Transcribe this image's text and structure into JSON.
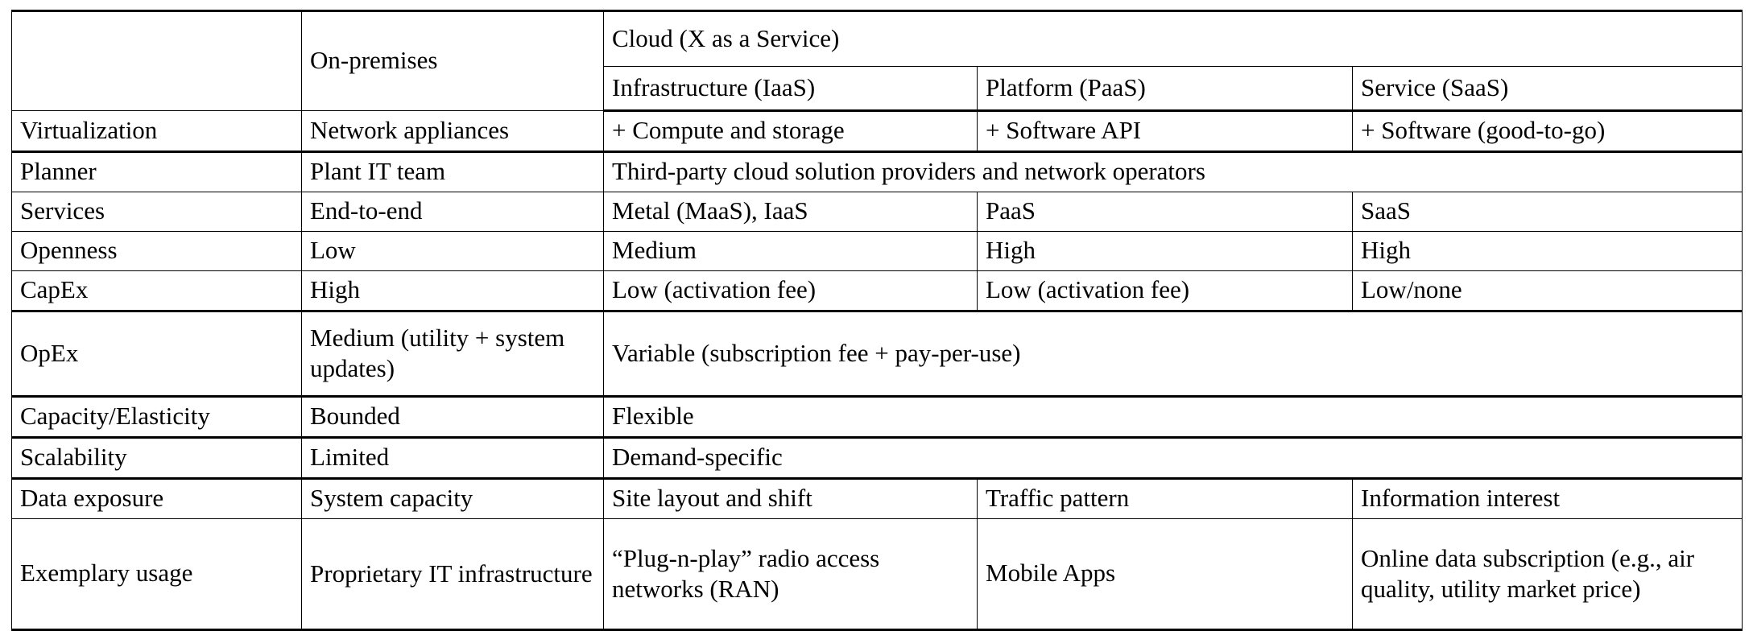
{
  "table": {
    "columns": {
      "attribute": "",
      "onpremises": "On-premises",
      "cloud_group": "Cloud (X as a Service)",
      "iaas": "Infrastructure (IaaS)",
      "paas": "Platform (PaaS)",
      "saas": "Service (SaaS)"
    },
    "rows": [
      {
        "attribute": "Virtualization",
        "onpremises": "Network appliances",
        "span": false,
        "iaas": "+ Compute and storage",
        "paas": "+ Software API",
        "saas": "+ Software (good-to-go)"
      },
      {
        "attribute": "Planner",
        "onpremises": "Plant IT team",
        "span": true,
        "cloud": "Third-party cloud solution providers and network operators"
      },
      {
        "attribute": "Services",
        "onpremises": "End-to-end",
        "span": false,
        "iaas": "Metal (MaaS), IaaS",
        "paas": "PaaS",
        "saas": "SaaS"
      },
      {
        "attribute": "Openness",
        "onpremises": "Low",
        "span": false,
        "iaas": "Medium",
        "paas": "High",
        "saas": "High"
      },
      {
        "attribute": "CapEx",
        "onpremises": "High",
        "span": false,
        "iaas": "Low (activation fee)",
        "paas": "Low (activation fee)",
        "saas": "Low/none"
      },
      {
        "attribute": "OpEx",
        "onpremises": "Medium (utility + system updates)",
        "span": true,
        "cloud": "Variable (subscription fee + pay-per-use)"
      },
      {
        "attribute": "Capacity/Elasticity",
        "onpremises": "Bounded",
        "span": true,
        "cloud": "Flexible"
      },
      {
        "attribute": "Scalability",
        "onpremises": "Limited",
        "span": true,
        "cloud": "Demand-specific"
      },
      {
        "attribute": "Data exposure",
        "onpremises": "System capacity",
        "span": false,
        "iaas": "Site layout and shift",
        "paas": "Traffic pattern",
        "saas": "Information interest"
      },
      {
        "attribute": "Exemplary usage",
        "onpremises": "Proprietary IT infrastructure",
        "span": false,
        "iaas": "“Plug-n-play” radio access networks (RAN)",
        "paas": "Mobile Apps",
        "saas": "Online data subscription (e.g., air quality, utility market price)"
      }
    ]
  }
}
